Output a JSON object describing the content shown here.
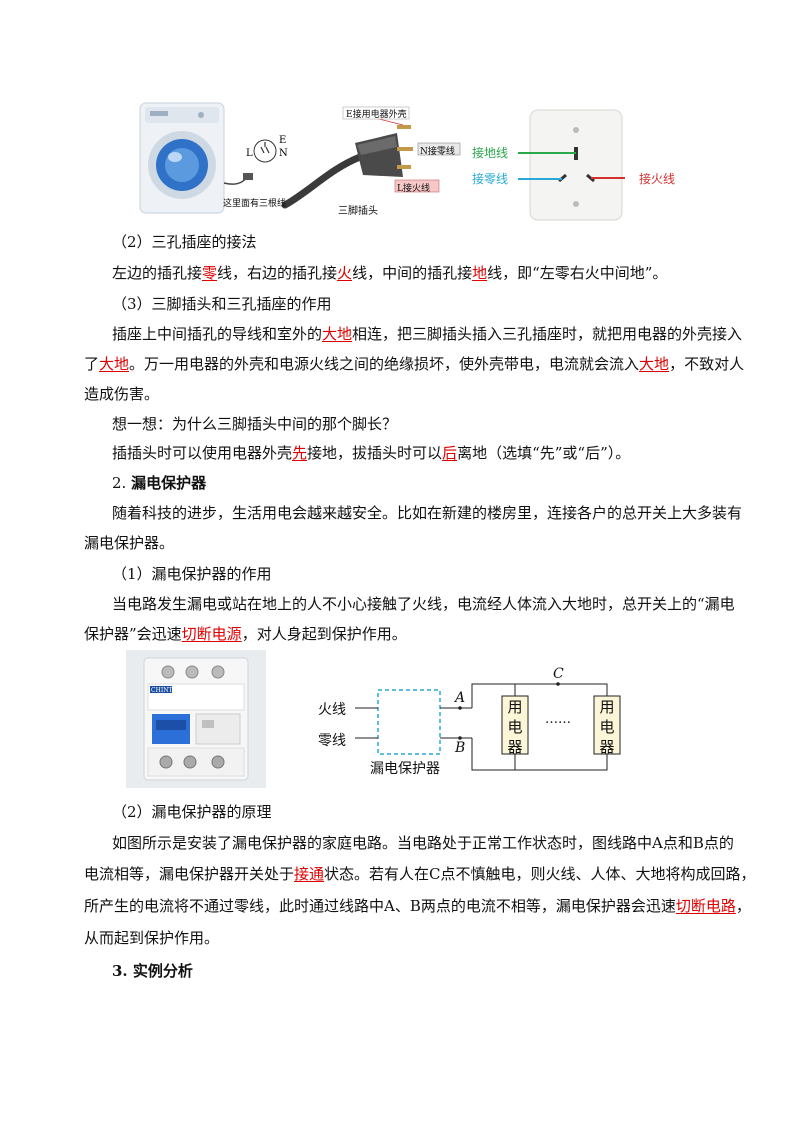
{
  "fig1": {
    "washer_note": "这里面有三根线",
    "plug_label": "三脚插头",
    "pin_E": "E",
    "pin_L": "L",
    "pin_N": "N",
    "e_label": "E接用电器外壳",
    "n_label": "N接零线",
    "l_label": "L接火线",
    "socket_ground": "接地线",
    "socket_neutral": "接零线",
    "socket_live": "接火线"
  },
  "sec2_2": {
    "heading": "（2）三孔插座的接法",
    "p1_a": "左边的插孔接",
    "p1_b": "零",
    "p1_c": "线，右边的插孔接",
    "p1_d": "火",
    "p1_e": "线，中间的插孔接",
    "p1_f": "地",
    "p1_g": "线，即“左零右火中间地”。"
  },
  "sec2_3": {
    "heading": "（3）三脚插头和三孔插座的作用",
    "l1_a": "插座上中间插孔的导线和室外的",
    "l1_b": "大地",
    "l1_c": "相连，把三脚插头插入三孔插座时，就把用电器的外壳接入",
    "l2_a": "了",
    "l2_b": "大地",
    "l2_c": "。万一用电器的外壳和电源火线之间的绝缘损坏，使外壳带电，电流就会流入",
    "l2_d": "大地",
    "l2_e": "，不致对人",
    "l3": "造成伤害。",
    "think": "想一想：为什么三脚插头中间的那个脚长？",
    "ans_a": "插插头时可以使用电器外壳",
    "ans_b": "先",
    "ans_c": "接地，拔插头时可以",
    "ans_d": "后",
    "ans_e": "离地（选填“先”或“后”）。"
  },
  "sec_leak": {
    "num": "2. ",
    "title": "漏电保护器",
    "p1_l1": "随着科技的进步，生活用电会越来越安全。比如在新建的楼房里，连接各户的总开关上大多装有",
    "p1_l2": "漏电保护器。",
    "h1": "（1）漏电保护器的作用",
    "p2_l1": "当电路发生漏电或站在地上的人不小心接触了火线，电流经人体流入大地时，总开关上的“漏电",
    "p2_l2_a": "保护器”会迅速",
    "p2_l2_b": "切断电源",
    "p2_l2_c": "，对人身起到保护作用。",
    "h2": "（2）漏电保护器的原理",
    "p3_l1": "如图所示是安装了漏电保护器的家庭电路。当电路处于正常工作状态时，图线路中A点和B点的",
    "p3_l2_a": "电流相等，漏电保护器开关处于",
    "p3_l2_b": "接通",
    "p3_l2_c": "状态。若有人在C点不慎触电，则火线、人体、大地将构成回路，",
    "p3_l3_a": "所产生的电流将不通过零线，此时通过线路中A、B两点的电流不相等，漏电保护器会迅速",
    "p3_l3_b": "切断电路",
    "p3_l3_c": "，",
    "p3_l4": "从而起到保护作用。"
  },
  "sec3": {
    "num": "3. ",
    "title": "实例分析"
  },
  "circuit": {
    "live": "火线",
    "neutral": "零线",
    "device": "漏电保护器",
    "A": "A",
    "B": "B",
    "C": "C",
    "load1": "用电器",
    "load2": "用电器",
    "dots": "……"
  },
  "breaker_brand": "CHINT"
}
